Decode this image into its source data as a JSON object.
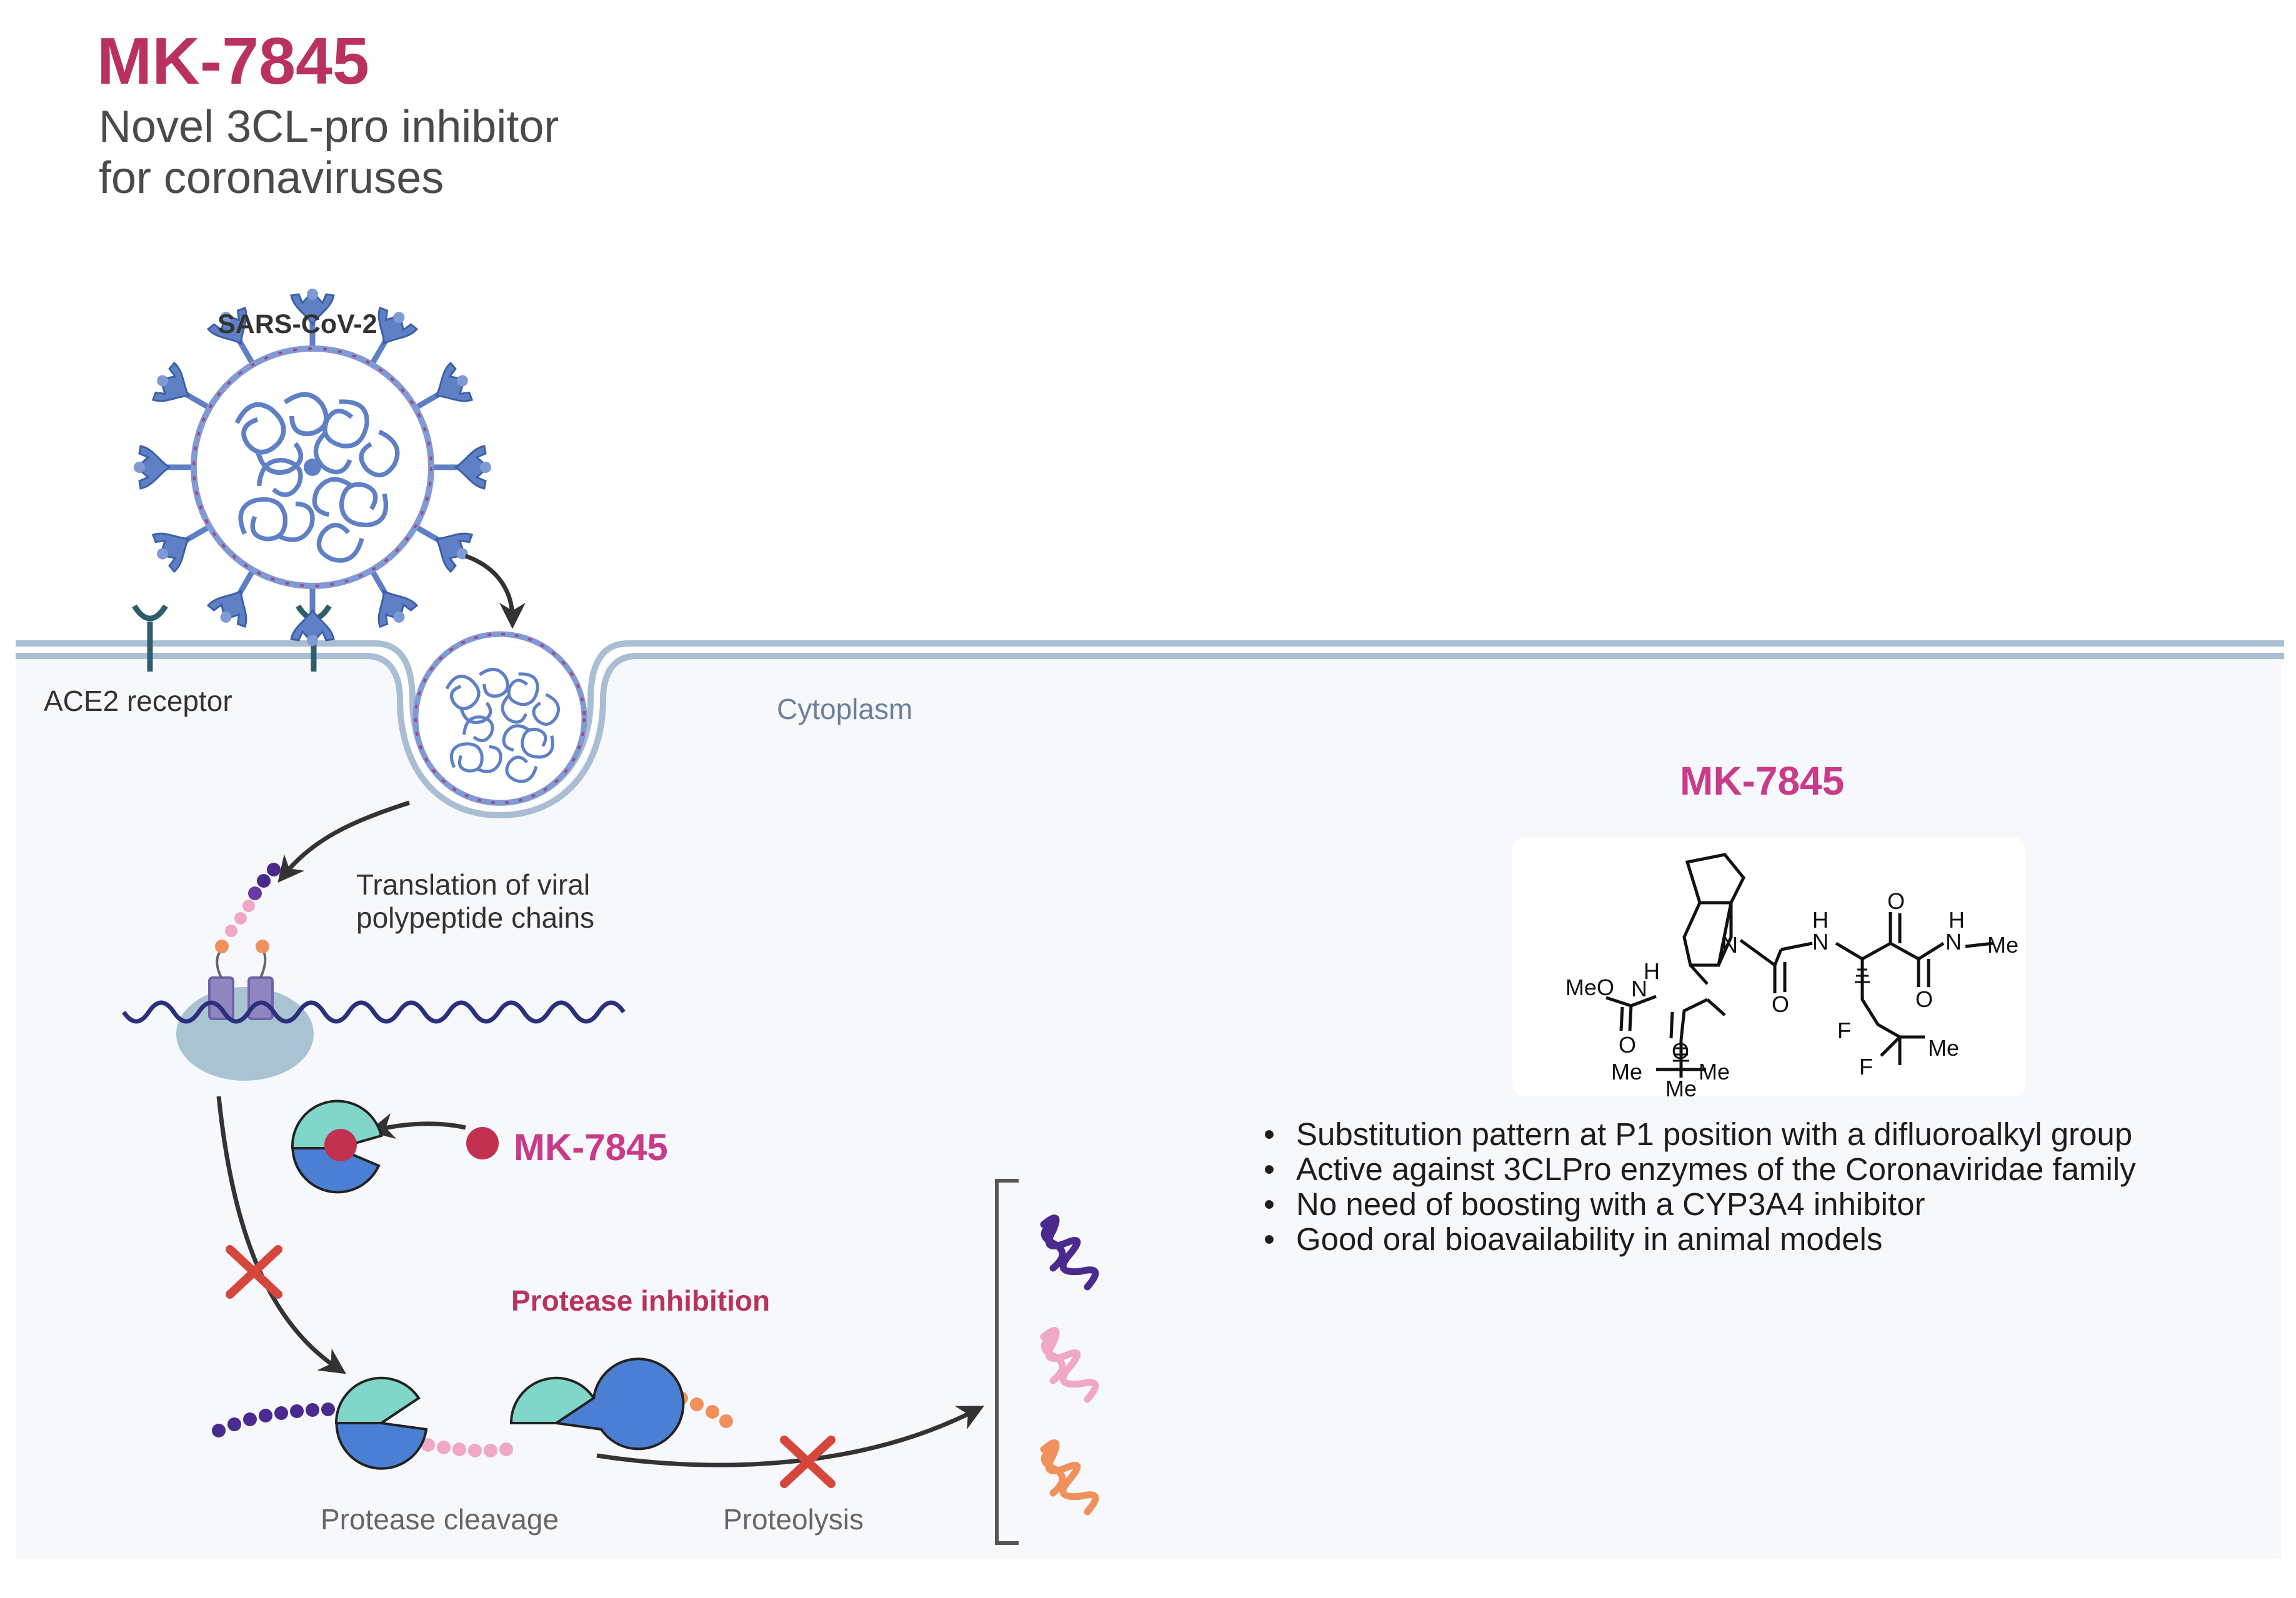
{
  "header": {
    "title": "MK-7845",
    "subtitle_line1": "Novel 3CL-pro inhibitor",
    "subtitle_line2": "for coronaviruses"
  },
  "labels": {
    "virus": "SARS-CoV-2",
    "receptor": "ACE2 receptor",
    "cytoplasm": "Cytoplasm",
    "translation_line1": "Translation of viral",
    "translation_line2": "polypeptide chains",
    "inhibitor": "MK-7845",
    "protease_inhibition": "Protease inhibition",
    "protease_cleavage": "Protease cleavage",
    "proteolysis": "Proteolysis"
  },
  "compound": {
    "name": "MK-7845",
    "atoms": {
      "meo": "MeO",
      "nh_left": "H",
      "n_left": "N",
      "o_carbamate": "O",
      "n_ring": "N",
      "o_amide1": "O",
      "o_amide2": "O",
      "nh_mid": "H",
      "n_mid": "N",
      "o_keto": "O",
      "o_amide3": "O",
      "nh_right": "H",
      "n_right": "N",
      "me_n": "Me",
      "me1": "Me",
      "me2": "Me",
      "me3": "Me",
      "f1": "F",
      "f2": "F",
      "me_cf": "Me"
    }
  },
  "features": [
    "Substitution pattern at P1 position with a difluoroalkyl group",
    "Active against 3CLPro enzymes of the Coronaviridae family",
    "No need of boosting with a CYP3A4 inhibitor",
    "Good oral bioavailability in animal models"
  ],
  "colors": {
    "title": "#b9325d",
    "accent_magenta": "#c93a88",
    "membrane": "#a9bdd3",
    "cytoplasm_bg": "#f7f9fc",
    "virus_blue": "#5f80c5",
    "protease_teal": "#7fd6c9",
    "protease_blue": "#4a7fd4",
    "inhibitor_red": "#c2314f",
    "cross_red": "#d6473b",
    "peptide_purple": "#4a2a8c",
    "peptide_pink": "#f0a8c6",
    "peptide_orange": "#f0915c"
  }
}
